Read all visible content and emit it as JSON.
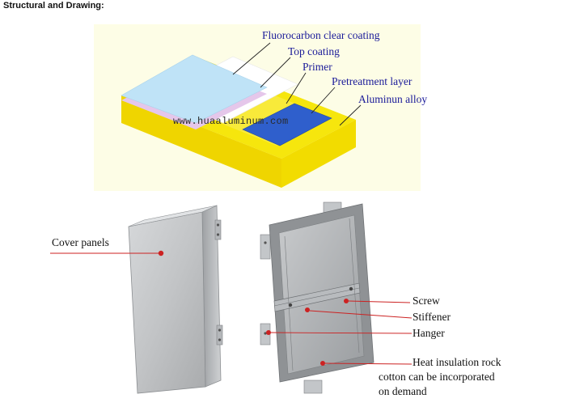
{
  "heading": "Structural and Drawing:",
  "watermark": "www.huaaluminum.com",
  "layers": {
    "fluorocarbon": "Fluorocarbon clear coating",
    "top_coating": "Top coating",
    "primer": "Primer",
    "pretreatment": "Pretreatment layer",
    "alloy": "Aluminun alloy"
  },
  "panel_labels": {
    "cover": "Cover panels",
    "screw": "Screw",
    "stiffener": "Stiffener",
    "hanger": "Hanger",
    "insulation_1": "Heat insulation rock",
    "insulation_2": "cotton can be incorporated",
    "insulation_3": "on demand"
  },
  "colors": {
    "fluorocarbon": "#bfe3f7",
    "alloy": "#f5e200",
    "pretreatment": "#2f5fcc",
    "pointer": "#cc2222"
  }
}
